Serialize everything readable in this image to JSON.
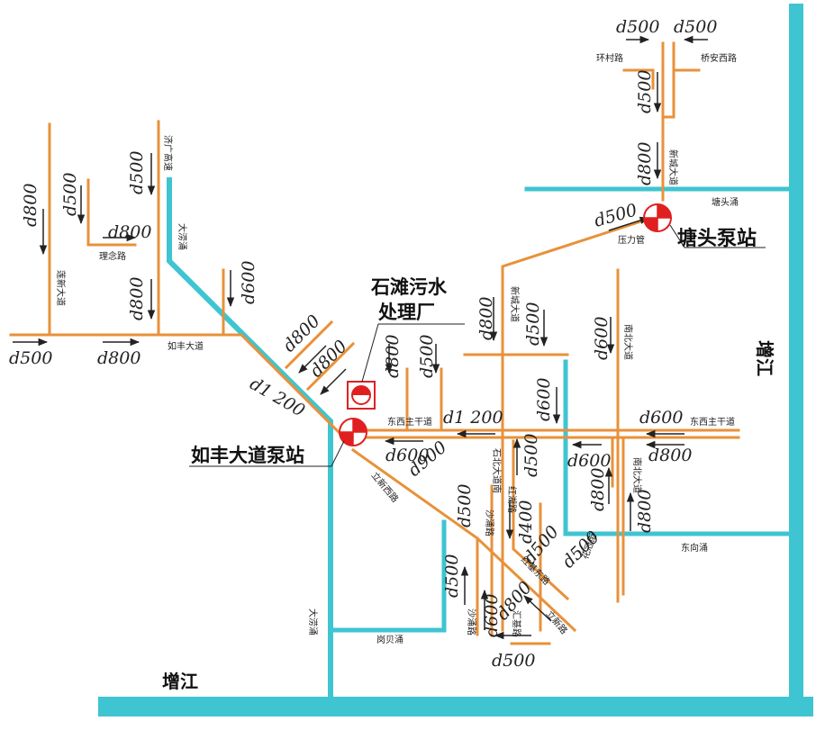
{
  "colors": {
    "pipe": "#e8913a",
    "water": "#3ec5d1",
    "station_red": "#e02020",
    "text": "#222222"
  },
  "stations": {
    "tangtou": "塘头泵站",
    "rufeng": "如丰大道泵站",
    "plant_line1": "石滩污水",
    "plant_line2": "处理厂"
  },
  "rivers": {
    "zengjiang_right": "增江",
    "zengjiang_bottom": "增江"
  },
  "roads": {
    "huancun": "环村路",
    "qiaoan_west": "桥安西路",
    "xincheng": "新城大道",
    "tangtou_creek": "塘头涌",
    "pressure_pipe": "压力管",
    "jiguang": "济广高速",
    "dalao": "大涝涌",
    "linian": "理念路",
    "lianxin": "莲新大道",
    "rufeng": "如丰大道",
    "nanbei": "南北大道",
    "xincheng2": "新城大道",
    "dongxi_main_left": "东西主干道",
    "dongxi_main_right": "东西主干道",
    "shibei": "石北大道南",
    "nanbei2": "南北大道",
    "lixin_west": "立新西路",
    "shayong": "沙涌路",
    "honghu": "红湖路",
    "shayong2": "沙涌路",
    "hongji_east": "红基东路",
    "huaguan": "花冠街",
    "dongxiang": "东向涌",
    "huiji": "汇基路",
    "lixin": "立新路",
    "dalao2": "大涝涌",
    "gangbei": "岗贝涌"
  },
  "pipes": {
    "top_left": "d500",
    "top_right": "d500",
    "xc_upper": "d500",
    "xc_lower": "d800",
    "pressure": "d500",
    "left_col1": "d800",
    "left_col2": "d500",
    "left_col3": "d500",
    "linian": "d800",
    "left_col4": "d800",
    "rufeng_left": "d500",
    "rufeng_mid": "d800",
    "g600": "d600",
    "diag1": "d800",
    "diag2": "d800",
    "d1200_left": "d1 200",
    "plant_d800": "d800",
    "plant_d500": "d500",
    "d1200_right": "d1 200",
    "xc_d800": "d800",
    "xc_d500": "d500",
    "mid_d600": "d600",
    "nb_d600": "d600",
    "right_d600": "d600",
    "right_d800": "d800",
    "east_d600": "d600",
    "nb_d800": "d800",
    "d600_left_main": "d600",
    "d900": "d900",
    "shb_d500": "d500",
    "sy_d500": "d500",
    "hh_d400": "d400",
    "hj_d500": "d500",
    "hg_d500": "d500",
    "lx_d500": "d500",
    "sy_d600": "d600",
    "lx_d800": "d800",
    "bottom_d500": "d500",
    "east_d800_2": "d800"
  }
}
